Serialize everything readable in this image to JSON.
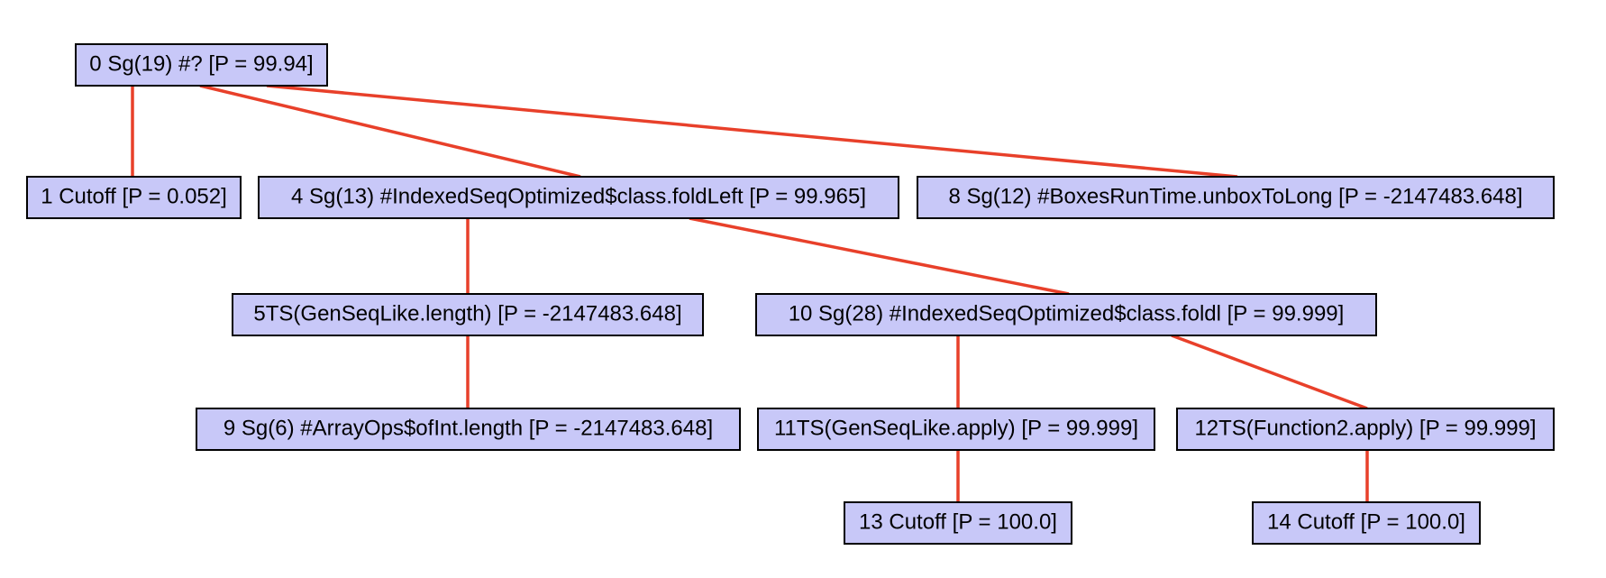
{
  "colors": {
    "edge": "#e8402a",
    "node_fill": "#c8c8f8",
    "node_border": "#000000",
    "background": "#ffffff"
  },
  "tree": {
    "nodes": [
      {
        "id": "n0",
        "label": "0 Sg(19) #? [P = 99.94]"
      },
      {
        "id": "n1",
        "label": "1 Cutoff [P = 0.052]"
      },
      {
        "id": "n4",
        "label": "4 Sg(13) #IndexedSeqOptimized$class.foldLeft [P = 99.965]"
      },
      {
        "id": "n8",
        "label": "8 Sg(12) #BoxesRunTime.unboxToLong [P = -2147483.648]"
      },
      {
        "id": "n5",
        "label": "5TS(GenSeqLike.length) [P = -2147483.648]"
      },
      {
        "id": "n10",
        "label": "10 Sg(28) #IndexedSeqOptimized$class.foldl [P = 99.999]"
      },
      {
        "id": "n9",
        "label": "9 Sg(6) #ArrayOps$ofInt.length [P = -2147483.648]"
      },
      {
        "id": "n11",
        "label": "11TS(GenSeqLike.apply) [P = 99.999]"
      },
      {
        "id": "n12",
        "label": "12TS(Function2.apply) [P = 99.999]"
      },
      {
        "id": "n13",
        "label": "13 Cutoff [P = 100.0]"
      },
      {
        "id": "n14",
        "label": "14 Cutoff [P = 100.0]"
      }
    ],
    "edges": [
      {
        "from": "n0",
        "to": "n1"
      },
      {
        "from": "n0",
        "to": "n4"
      },
      {
        "from": "n0",
        "to": "n8"
      },
      {
        "from": "n4",
        "to": "n5"
      },
      {
        "from": "n4",
        "to": "n10"
      },
      {
        "from": "n5",
        "to": "n9"
      },
      {
        "from": "n10",
        "to": "n11"
      },
      {
        "from": "n10",
        "to": "n12"
      },
      {
        "from": "n11",
        "to": "n13"
      },
      {
        "from": "n12",
        "to": "n14"
      }
    ]
  }
}
